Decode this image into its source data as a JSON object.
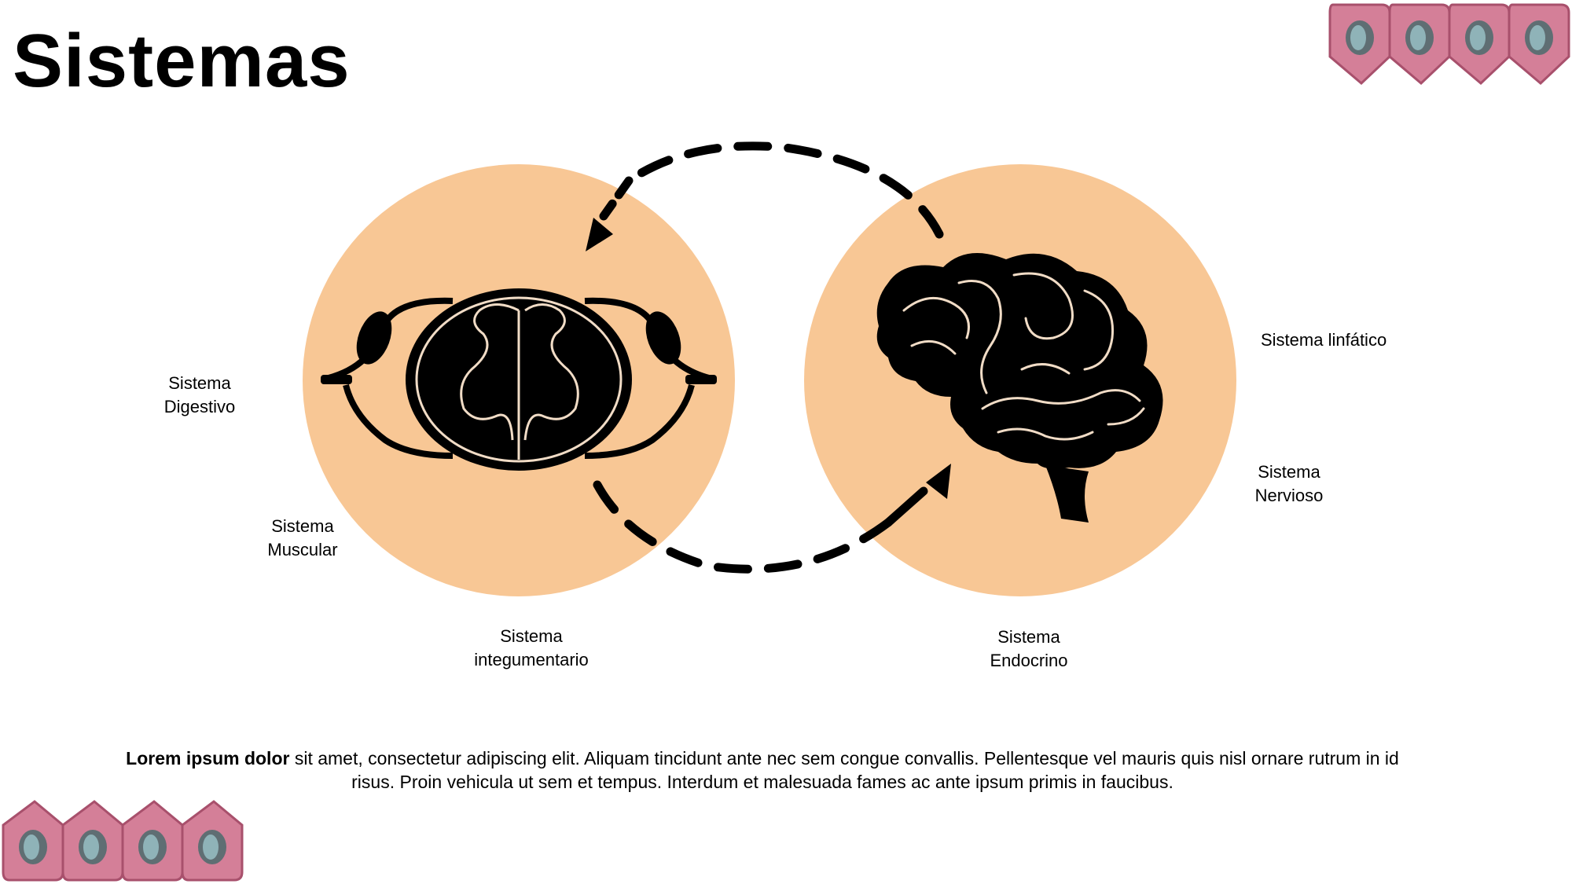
{
  "title": "Sistemas",
  "labels": {
    "digestivo": [
      "Sistema",
      "Digestivo"
    ],
    "muscular": [
      "Sistema",
      "Muscular"
    ],
    "integumentario": [
      "Sistema",
      "integumentario"
    ],
    "endocrino": [
      "Sistema",
      "Endocrino"
    ],
    "linfatico": "Sistema linfático",
    "nervioso": [
      "Sistema",
      "Nervioso"
    ]
  },
  "body": {
    "bold": "Lorem ipsum dolor",
    "text": " sit amet, consectetur adipiscing elit. Aliquam tincidunt ante nec sem congue convallis. Pellentesque vel mauris quis nisl ornare rutrum in id risus. Proin vehicula ut sem et tempus. Interdum et malesuada fames ac ante ipsum primis in faucibus."
  },
  "icons": {
    "left": "spinal-cord-cross-section-icon",
    "right": "brain-icon",
    "decor": "epithelial-cell-icon"
  },
  "colors": {
    "circle": "#f8c795",
    "cell_fill": "#d47f98",
    "cell_stroke": "#a8506c",
    "nucleus": "#7f9ea3"
  }
}
